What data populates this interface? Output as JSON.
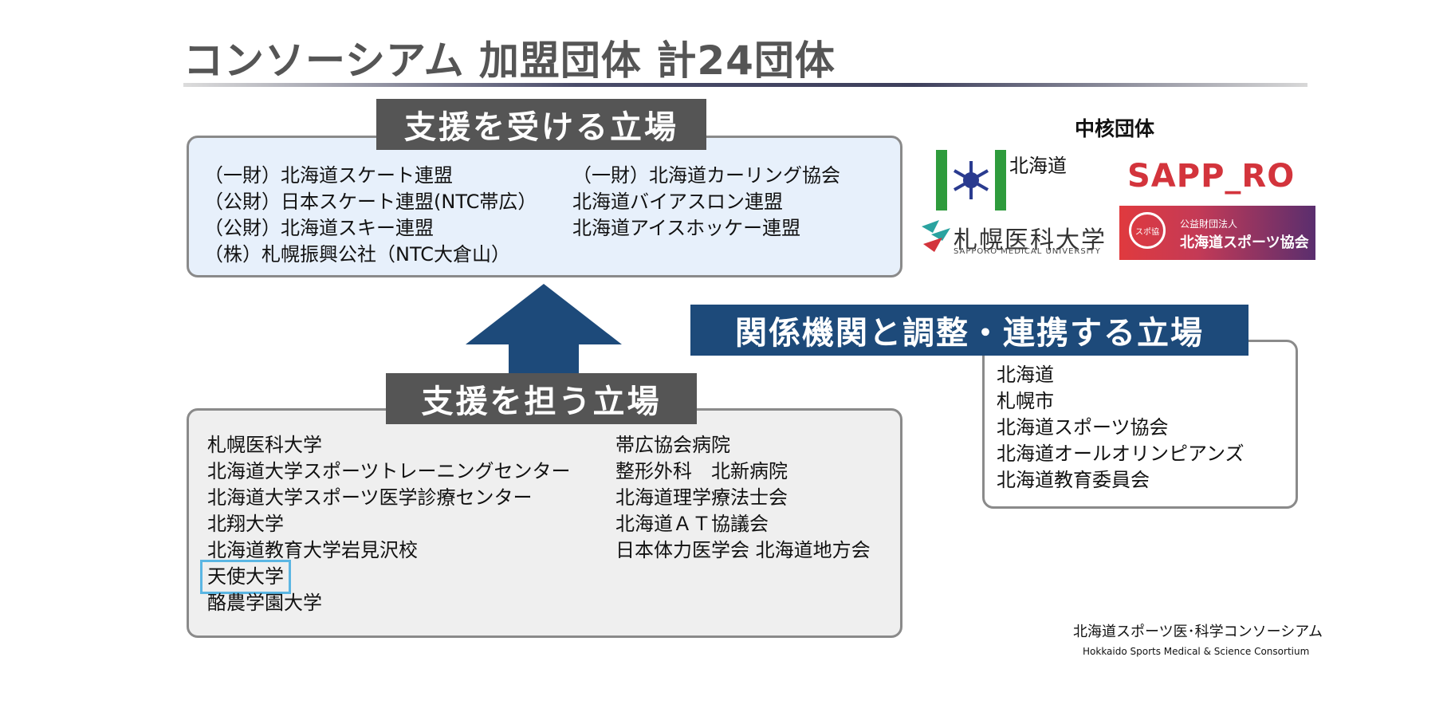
{
  "title": "コンソーシアム 加盟団体 計24団体",
  "receive": {
    "label": "支援を受ける立場",
    "left": [
      "（一財）北海道スケート連盟",
      "（公財）日本スケート連盟(NTC帯広）",
      "（公財）北海道スキー連盟",
      "（株）札幌振興公社（NTC大倉山）"
    ],
    "right": [
      "（一財）北海道カーリング協会",
      "北海道バイアスロン連盟",
      "北海道アイスホッケー連盟"
    ]
  },
  "provide": {
    "label": "支援を担う立場",
    "left": [
      "札幌医科大学",
      "北海道大学スポーツトレーニングセンター",
      "北海道大学スポーツ医学診療センター",
      "北翔大学",
      "北海道教育大学岩見沢校",
      "天使大学",
      "酪農学園大学"
    ],
    "right": [
      "帯広協会病院",
      "整形外科　北新病院",
      "北海道理学療法士会",
      "北海道ＡＴ協議会",
      "日本体力医学会 北海道地方会"
    ]
  },
  "coord": {
    "label": "関係機関と調整・連携する立場",
    "items": [
      "北海道",
      "札幌市",
      "北海道スポーツ協会",
      "北海道オールオリンピアンズ",
      "北海道教育委員会"
    ]
  },
  "core": {
    "heading": "中核団体",
    "logos": {
      "hokkaido": "北海道",
      "sapporo": "SAPP_RO",
      "smu_jp": "札幌医科大学",
      "smu_en": "SAPPORO MEDICAL UNIVERSITY",
      "hsa_badge": "スポ協",
      "hsa_sub": "公益財団法人",
      "hsa_main": "北海道スポーツ協会"
    }
  },
  "footer": {
    "jp": "北海道スポーツ医･科学コンソーシアム",
    "en": "Hokkaido Sports Medical & Science Consortium"
  },
  "colors": {
    "title": "#555555",
    "label_dark": "#555555",
    "label_coord": "#1d4a7a",
    "arrow": "#1d4a7a",
    "receive_bg": "#e7f0fb",
    "provide_bg": "#efefef",
    "highlight": "#5bb6e3",
    "sapporo": "#d3343c"
  }
}
